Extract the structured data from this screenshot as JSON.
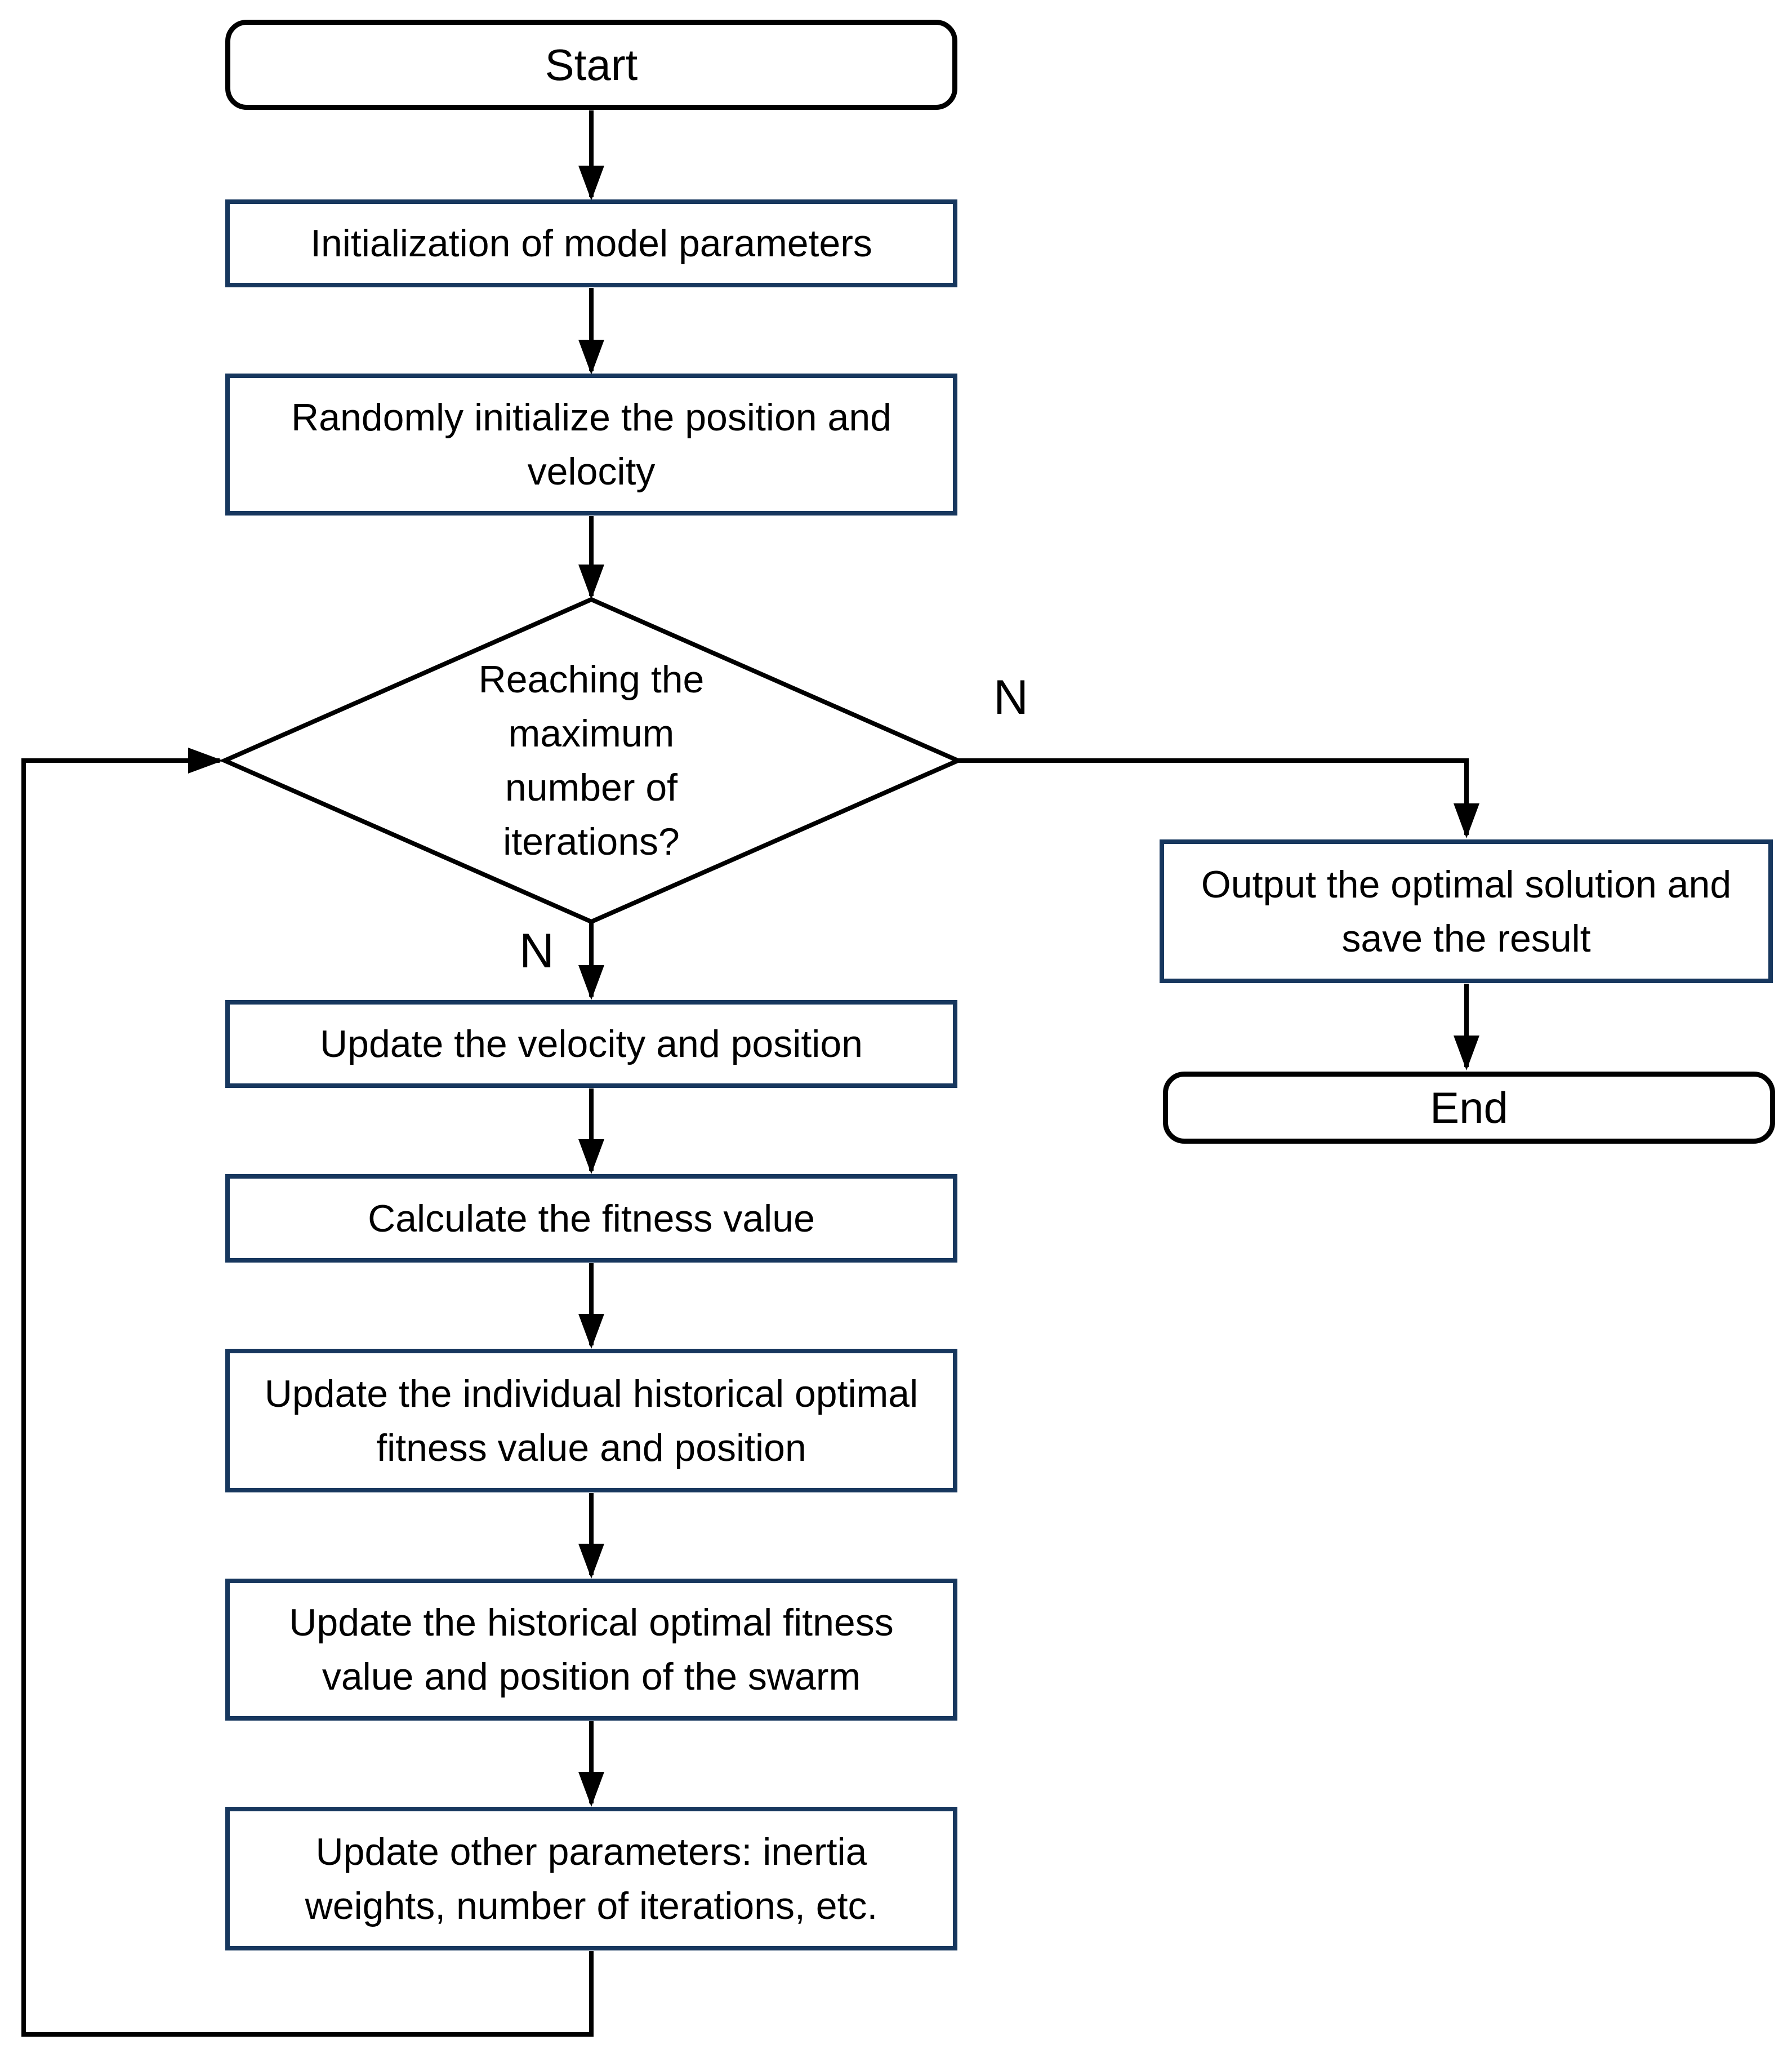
{
  "colors": {
    "process_border": "#17375E",
    "terminal_border": "#000000",
    "connector": "#000000",
    "background": "#FFFFFF",
    "text": "#000000"
  },
  "nodes": {
    "start": {
      "type": "terminal",
      "label": "Start"
    },
    "init_params": {
      "type": "process",
      "label": "Initialization of model parameters"
    },
    "random_init": {
      "type": "process",
      "lines": [
        "Randomly initialize the position and",
        "velocity"
      ]
    },
    "max_iter_decision": {
      "type": "decision",
      "lines": [
        "Reaching the",
        "maximum",
        "number of",
        "iterations?"
      ]
    },
    "update_velocity": {
      "type": "process",
      "label": "Update the velocity and position"
    },
    "calc_fitness": {
      "type": "process",
      "label": "Calculate the fitness value"
    },
    "update_individual": {
      "type": "process",
      "lines": [
        "Update the individual historical optimal",
        "fitness value and position"
      ]
    },
    "update_swarm": {
      "type": "process",
      "lines": [
        "Update the historical optimal fitness",
        "value and position of the swarm"
      ]
    },
    "update_other": {
      "type": "process",
      "lines": [
        "Update other parameters: inertia",
        "weights, number of iterations, etc."
      ]
    },
    "output_result": {
      "type": "process",
      "lines": [
        "Output the optimal solution and",
        "save the result"
      ]
    },
    "end": {
      "type": "terminal",
      "label": "End"
    }
  },
  "edge_labels": {
    "decision_right": "N",
    "decision_down": "N"
  }
}
